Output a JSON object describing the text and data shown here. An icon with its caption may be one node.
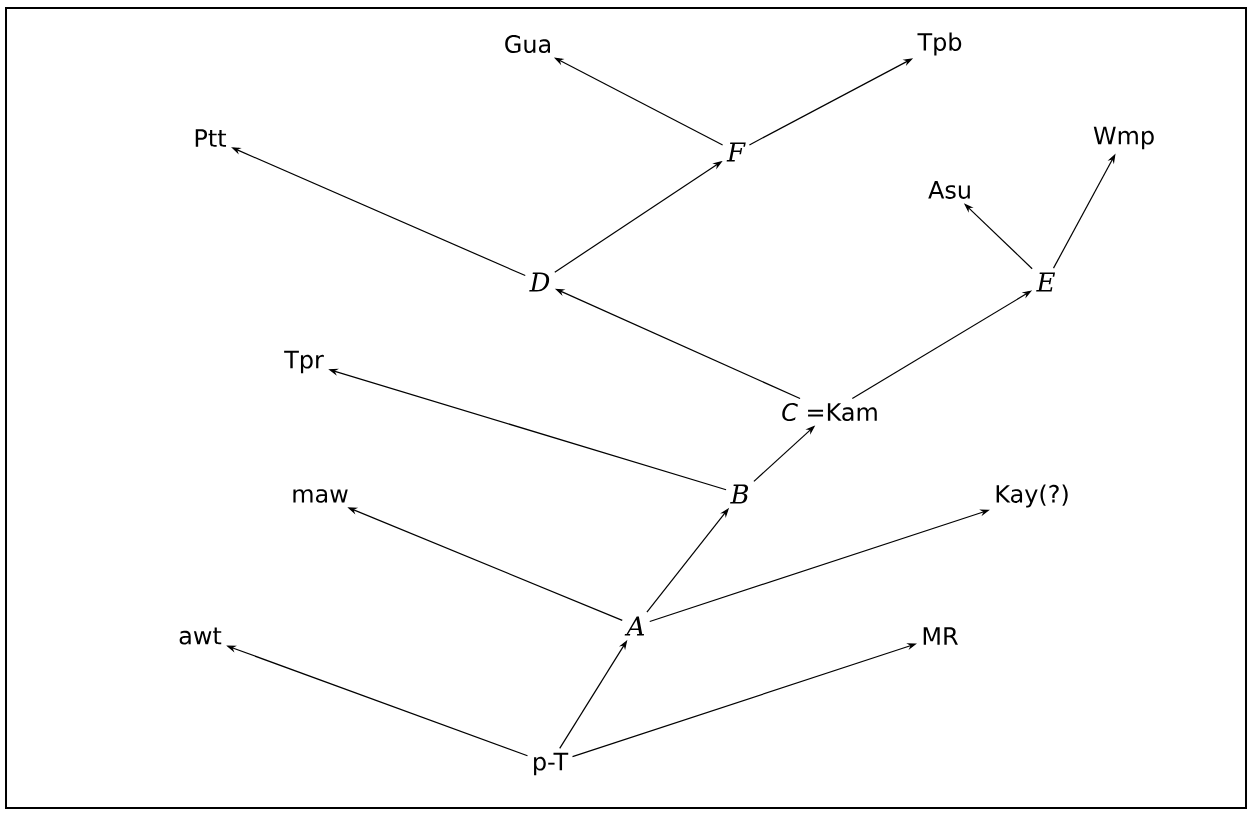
{
  "diagram": {
    "nodes": [
      {
        "text": [
          "p-T"
        ]
      },
      {
        "text": [
          "awt"
        ]
      },
      {
        "text": [
          "MR"
        ]
      },
      {
        "text": [
          "A"
        ]
      },
      {
        "text": [
          "maw"
        ]
      },
      {
        "text": [
          "Kay(?)"
        ]
      },
      {
        "text": [
          "B"
        ]
      },
      {
        "text": [
          "Tpr"
        ]
      },
      {
        "text": [
          "*C* =Kam"
        ]
      },
      {
        "text": [
          "D"
        ]
      },
      {
        "text": [
          "Ptt"
        ]
      },
      {
        "text": [
          "F"
        ]
      },
      {
        "text": [
          "Gua"
        ]
      },
      {
        "text": [
          "Tpb"
        ]
      },
      {
        "text": [
          "E"
        ]
      },
      {
        "text": [
          "Asu"
        ]
      },
      {
        "text": [
          "Wmp"
        ]
      }
    ],
    "edges": [
      {
        "from": 0,
        "to": 1,
        "arrow": "to"
      },
      {
        "from": 0,
        "to": 3,
        "arrow": "to"
      },
      {
        "from": 0,
        "to": 2,
        "arrow": "to"
      },
      {
        "from": 3,
        "to": 4,
        "arrow": "to"
      },
      {
        "from": 3,
        "to": 6,
        "arrow": "to"
      },
      {
        "from": 3,
        "to": 5,
        "arrow": "to"
      },
      {
        "from": 6,
        "to": 7,
        "arrow": "to"
      },
      {
        "from": 6,
        "to": 8,
        "arrow": "to"
      },
      {
        "from": 8,
        "to": 9,
        "arrow": "to"
      },
      {
        "from": 8,
        "to": 14,
        "arrow": "to"
      },
      {
        "from": 9,
        "to": 10,
        "arrow": "to"
      },
      {
        "from": 9,
        "to": 11,
        "arrow": "to"
      },
      {
        "from": 11,
        "to": 12,
        "arrow": "to"
      },
      {
        "from": 11,
        "to": 13,
        "arrow": "to"
      },
      {
        "from": 14,
        "to": 15,
        "arrow": "to"
      },
      {
        "from": 14,
        "to": 16,
        "arrow": "to"
      }
    ]
  }
}
